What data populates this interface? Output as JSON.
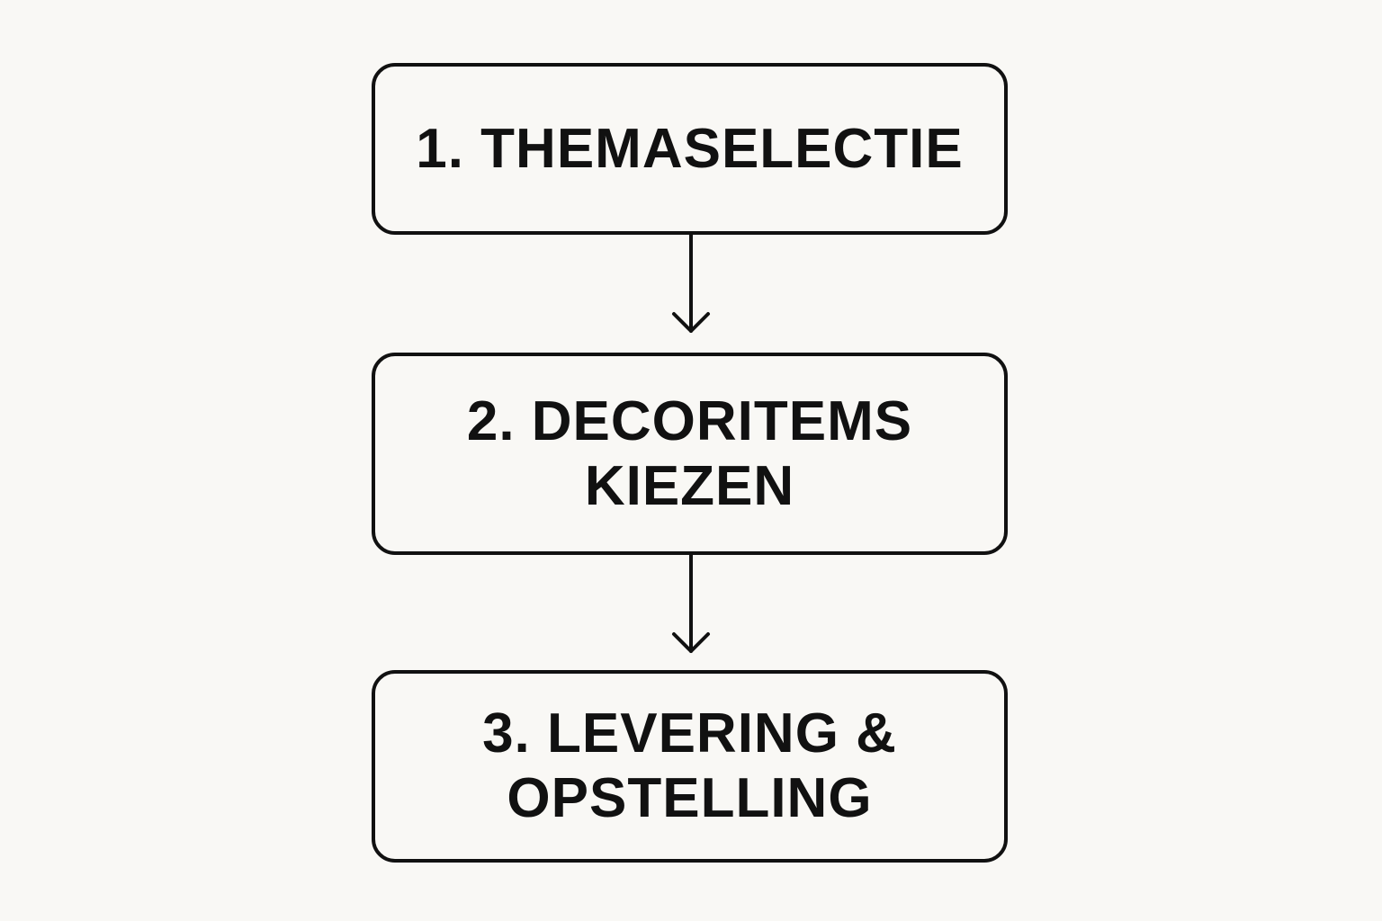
{
  "diagram": {
    "colors": {
      "background": "#f9f8f5",
      "stroke": "#111111",
      "text": "#111111"
    },
    "steps": [
      {
        "label": "1. THEMASELECTIE"
      },
      {
        "label": "2. DECORITEMS\nKIEZEN"
      },
      {
        "label": "3. LEVERING &\nOPSTELLING"
      }
    ],
    "connectors": [
      {
        "from": 1,
        "to": 2,
        "icon": "arrow-down-icon"
      },
      {
        "from": 2,
        "to": 3,
        "icon": "arrow-down-icon"
      }
    ]
  }
}
